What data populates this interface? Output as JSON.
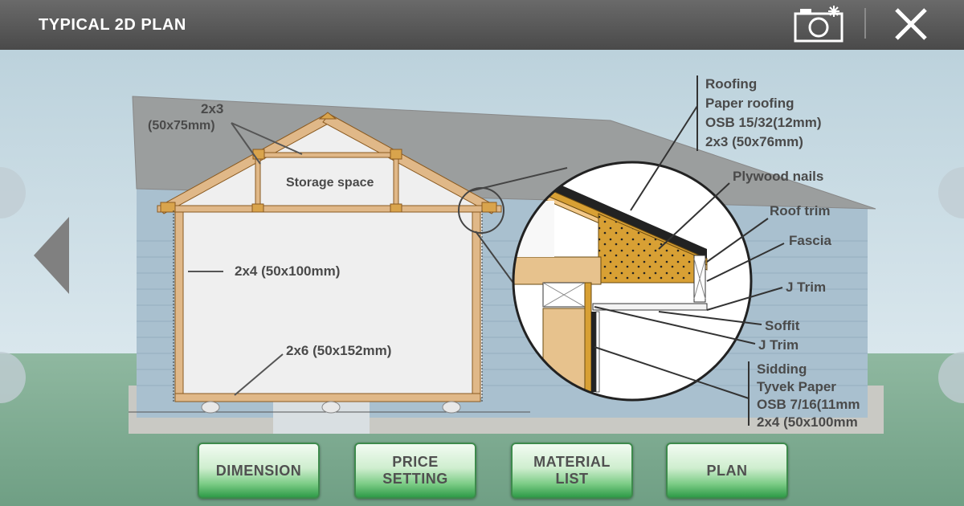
{
  "header": {
    "title": "TYPICAL 2D PLAN"
  },
  "icons": {
    "camera": "camera-icon",
    "close": "close-icon",
    "left_arrow": "arrow-left-icon"
  },
  "plan": {
    "label_2x3_line1": "2x3",
    "label_2x3_line2": "(50x75mm)",
    "storage": "Storage space",
    "wall": "2x4 (50x100mm)",
    "floor": "2x6 (50x152mm)"
  },
  "detail": {
    "roofing": [
      "Roofing",
      "Paper roofing",
      "OSB 15/32(12mm)",
      "2x3 (50x76mm)"
    ],
    "plywood_nails": "Plywood nails",
    "roof_trim": "Roof trim",
    "fascia": "Fascia",
    "j_trim_1": "J Trim",
    "soffit": "Soffit",
    "j_trim_2": "J Trim",
    "wall": [
      "Sidding",
      "Tyvek Paper",
      "OSB 7/16(11mm",
      "2x4 (50x100mm"
    ]
  },
  "buttons": {
    "dimension": "DIMENSION",
    "price_1": "PRICE",
    "price_2": "SETTING",
    "material_1": "MATERIAL",
    "material_2": "LIST",
    "plan": "PLAN"
  },
  "colors": {
    "accent_green": "#2f9b48",
    "lumber": "#e0b888",
    "topbar": "#555555"
  }
}
